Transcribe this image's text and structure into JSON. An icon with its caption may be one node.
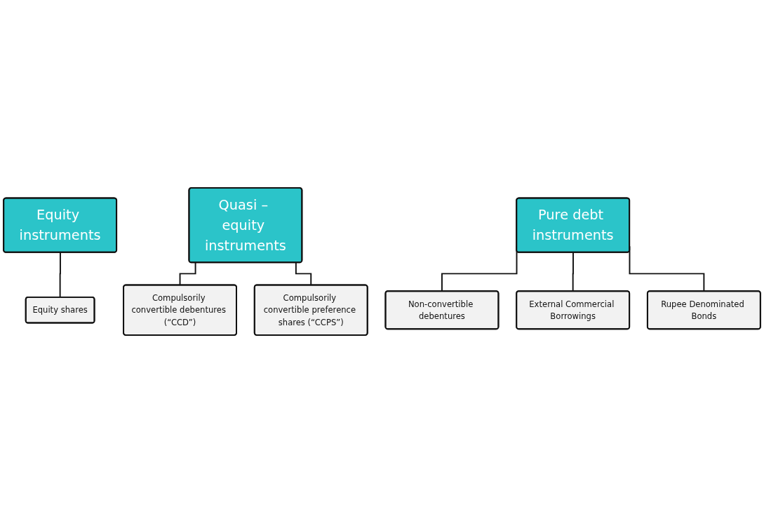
{
  "diagram": {
    "nodes": [
      {
        "text": [
          "Equity instruments"
        ]
      },
      {
        "text": [
          "Equity shares"
        ]
      },
      {
        "text": [
          "Quasi – equity instruments"
        ]
      },
      {
        "text": [
          "Compulsorily convertible debentures (“CCD”)"
        ]
      },
      {
        "text": [
          "Compulsorily convertible preference shares (“CCPS”)"
        ]
      },
      {
        "text": [
          "Pure debt instruments"
        ]
      },
      {
        "text": [
          "Non-convertible debentures"
        ]
      },
      {
        "text": [
          "External Commercial Borrowings"
        ]
      },
      {
        "text": [
          "Rupee Denominated Bonds"
        ]
      }
    ],
    "edges": [
      {
        "from": 0,
        "to": 1,
        "arrow": "none"
      },
      {
        "from": 2,
        "to": 3,
        "arrow": "none"
      },
      {
        "from": 2,
        "to": 4,
        "arrow": "none"
      },
      {
        "from": 5,
        "to": 6,
        "arrow": "none"
      },
      {
        "from": 5,
        "to": 7,
        "arrow": "none"
      },
      {
        "from": 5,
        "to": 8,
        "arrow": "none"
      }
    ]
  }
}
